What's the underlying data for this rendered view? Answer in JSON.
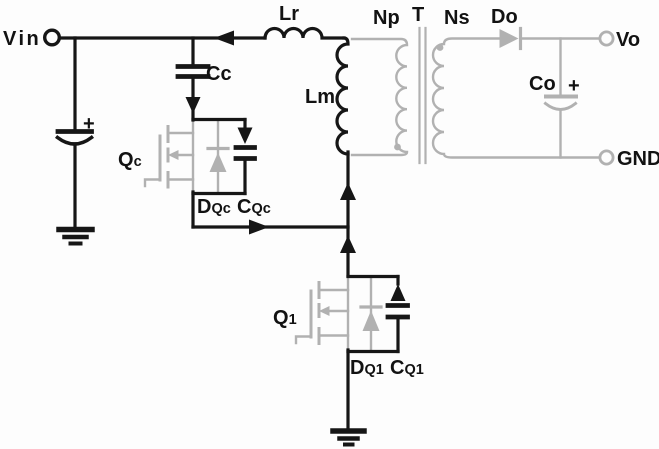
{
  "title": "Active clamp flyback converter circuit schematic",
  "diagram_type": "circuit-schematic",
  "colors": {
    "background": "#fdfdfd",
    "ink": "#161616",
    "muted": "#b1b1b1",
    "text": "#121212"
  },
  "labels": {
    "vin": "Vin",
    "lr": "Lr",
    "cc": "Cc",
    "qc": {
      "m": "Q",
      "s": "c"
    },
    "dqc": {
      "m": "D",
      "s": "Qc"
    },
    "cqc": {
      "m": "C",
      "s": "Qc"
    },
    "lm": "Lm",
    "np": "Np",
    "t": "T",
    "ns": "Ns",
    "do_diode": "Do",
    "vo": "Vo",
    "co": "Co",
    "gnd": "GND",
    "q1": {
      "m": "Q",
      "s": "1"
    },
    "dq1": {
      "m": "D",
      "s": "Q1"
    },
    "cq1": {
      "m": "C",
      "s": "Q1"
    },
    "plus_input": "+",
    "plus_output": "+"
  },
  "components": [
    "input-terminal-vin",
    "input-electrolytic-capacitor",
    "input-ground",
    "resonant-inductor-lr",
    "clamp-capacitor-cc",
    "clamp-mosfet-qc",
    "clamp-body-diode-dqc",
    "clamp-parallel-capacitor-cqc",
    "magnetizing-inductance-lm",
    "transformer-t",
    "primary-winding-np",
    "secondary-winding-ns",
    "output-diode-do",
    "output-capacitor-co",
    "output-terminal-vo",
    "output-terminal-gnd",
    "main-mosfet-q1",
    "main-body-diode-dq1",
    "main-parallel-capacitor-cq1",
    "main-ground"
  ]
}
